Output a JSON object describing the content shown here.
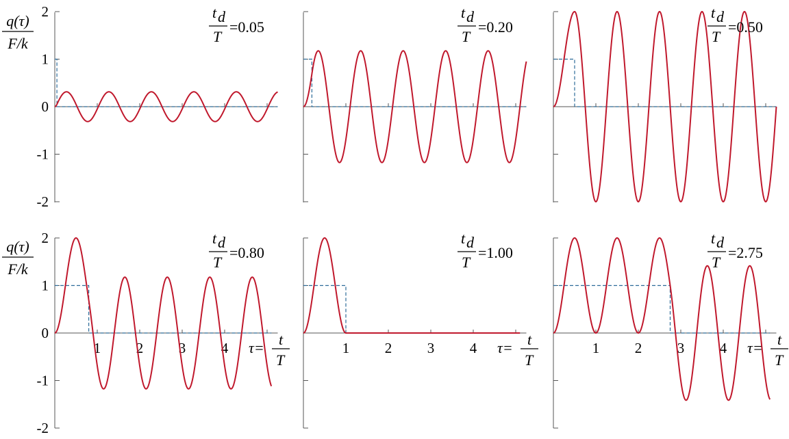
{
  "colors": {
    "response": "#c0182c",
    "pulse": "#2b6a98",
    "axis": "#555555"
  },
  "labels": {
    "ylabel": {
      "num": "q(τ)",
      "den": "F/k"
    },
    "xlabel": {
      "lhs": "τ=",
      "num": "t",
      "den": "T"
    },
    "ratio": {
      "num_t": "t",
      "num_sub": "d",
      "den": "T",
      "eq": "="
    }
  },
  "chart_data": [
    {
      "type": "line",
      "ratio": "0.05",
      "td_over_T": 0.05,
      "tmax": 5.25,
      "ylim": [
        -2,
        2
      ],
      "xlim": [
        0,
        5.25
      ],
      "yticks": [
        "2",
        "1",
        "0",
        "-1",
        "-2"
      ],
      "xticks": [],
      "grid": false,
      "series": [
        {
          "values_by_formula": "q(τ)=1-cos(2πτ) for τ<td/T; cos(2π(τ-td/T))-cos(2πτ) after"
        },
        {
          "pulse": "F/k = 1 for 0 ≤ τ ≤ td/T, 0 after"
        }
      ]
    },
    {
      "type": "line",
      "ratio": "0.20",
      "td_over_T": 0.2,
      "tmax": 5.25,
      "ylim": [
        -2,
        2
      ],
      "xlim": [
        0,
        5.25
      ],
      "yticks": [],
      "xticks": [],
      "grid": false
    },
    {
      "type": "line",
      "ratio": "0.50",
      "td_over_T": 0.5,
      "tmax": 5.25,
      "ylim": [
        -2,
        2
      ],
      "xlim": [
        0,
        5.25
      ],
      "yticks": [],
      "xticks": [],
      "grid": false
    },
    {
      "type": "line",
      "ratio": "0.80",
      "td_over_T": 0.8,
      "tmax": 5.1,
      "ylim": [
        -2,
        2
      ],
      "xlim": [
        0,
        5.25
      ],
      "yticks": [
        "2",
        "1",
        "0",
        "-1",
        "-2"
      ],
      "xticks": [
        "1",
        "2",
        "3",
        "4"
      ],
      "grid": false
    },
    {
      "type": "line",
      "ratio": "1.00",
      "td_over_T": 1.0,
      "tmax": 5.1,
      "ylim": [
        -2,
        2
      ],
      "xlim": [
        0,
        5.25
      ],
      "yticks": [],
      "xticks": [
        "1",
        "2",
        "3",
        "4"
      ],
      "grid": false
    },
    {
      "type": "line",
      "ratio": "2.75",
      "td_over_T": 2.75,
      "tmax": 5.1,
      "ylim": [
        -2,
        2
      ],
      "xlim": [
        0,
        5.25
      ],
      "yticks": [],
      "xticks": [
        "1",
        "2",
        "3",
        "4"
      ],
      "grid": false
    }
  ]
}
